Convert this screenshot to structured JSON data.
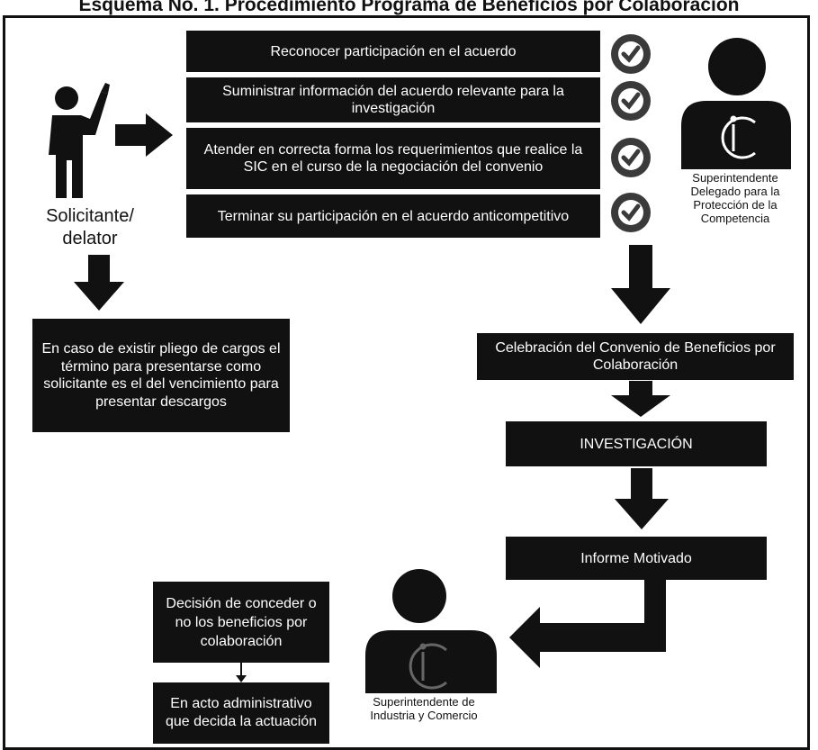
{
  "title": "Esquema No. 1. Procedimiento Programa de Beneficios por Colaboración",
  "requirements": [
    "Reconocer participación en el acuerdo",
    "Suministrar información del acuerdo relevante para la investigación",
    "Atender en correcta forma los requerimientos que realice la SIC en el curso de la negociación del convenio",
    "Terminar su participación en el acuerdo anticompetitivo"
  ],
  "applicant_label": "Solicitante/ delator",
  "deadline_note": "En caso de existir pliego de cargos el término para presentarse como solicitante es el del vencimiento para presentar descargos",
  "delegate_label": "Superintendente Delegado para la Protección de la Competencia",
  "steps": {
    "agreement": "Celebración del Convenio de Beneficios por Colaboración",
    "investigation": "INVESTIGACIÓN",
    "report": "Informe Motivado"
  },
  "superintendent_label": "Superintendente de Industria y Comercio",
  "decision": "Decisión de conceder o no los beneficios por colaboración",
  "admin_act": "En acto administrativo que decida la actuación",
  "icons": [
    "person-raising-hand-icon",
    "checkmark-icon",
    "official-silhouette-icon",
    "sic-logo-icon"
  ]
}
